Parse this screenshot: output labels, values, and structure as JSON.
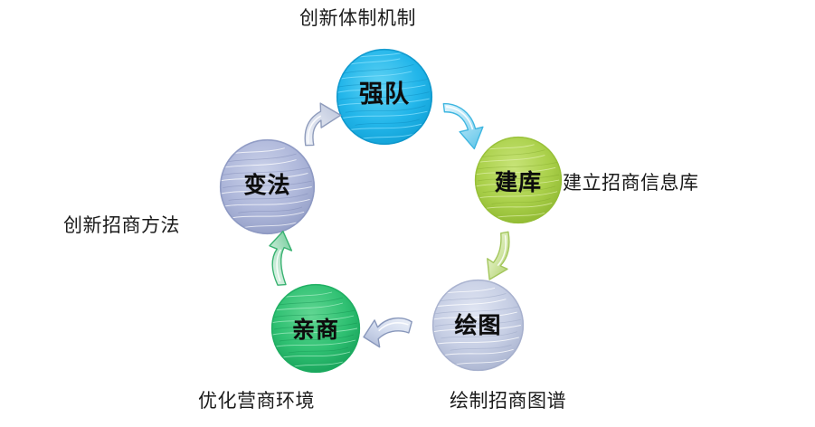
{
  "diagram": {
    "type": "cycle",
    "title_caption": "创新体制机制",
    "nodes": [
      {
        "id": "qiangdui",
        "label": "强队",
        "caption": "创新体制机制",
        "caption_position": "top",
        "color": "#1bb3e8",
        "color_light": "#61d3f4",
        "color_dark": "#0f8fc4"
      },
      {
        "id": "jianku",
        "label": "建库",
        "caption": "建立招商信息库",
        "caption_position": "right",
        "color": "#a8cf45",
        "color_light": "#c6e173",
        "color_dark": "#87ad2c"
      },
      {
        "id": "huitu",
        "label": "绘图",
        "caption": "绘制招商图谱",
        "caption_position": "bottom-right",
        "color": "#c3cbe3",
        "color_light": "#dde2f0",
        "color_dark": "#a2abc9"
      },
      {
        "id": "qinshang",
        "label": "亲商",
        "caption": "优化营商环境",
        "caption_position": "bottom-left",
        "color": "#2fbd6e",
        "color_light": "#63d695",
        "color_dark": "#1d9a55"
      },
      {
        "id": "bianfa",
        "label": "变法",
        "caption": "创新招商方法",
        "caption_position": "left",
        "color": "#aab3d6",
        "color_light": "#cbd1e8",
        "color_dark": "#8d97c0"
      }
    ],
    "arrows": [
      {
        "id": "bianfa-qiangdui",
        "from": "变法",
        "to": "强队",
        "direction": "up-right",
        "color": "#c5cfe2",
        "color_edge": "#8e9bbb"
      },
      {
        "id": "qiangdui-jianku",
        "from": "强队",
        "to": "建库",
        "direction": "down-right",
        "color": "#9fdcf3",
        "color_edge": "#3fb6e0"
      },
      {
        "id": "jianku-huitu",
        "from": "建库",
        "to": "绘图",
        "direction": "down",
        "color": "#cfe2a4",
        "color_edge": "#a3c65c"
      },
      {
        "id": "huitu-qinshang",
        "from": "绘图",
        "to": "亲商",
        "direction": "left",
        "color": "#ccd6ea",
        "color_edge": "#8897bb"
      },
      {
        "id": "qinshang-bianfa",
        "from": "亲商",
        "to": "变法",
        "direction": "up",
        "color": "#9edcb8",
        "color_edge": "#39b271"
      }
    ],
    "captions": {
      "top": "创新体制机制",
      "right": "建立招商信息库",
      "left": "创新招商方法",
      "bottom_left": "优化营商环境",
      "bottom_right": "绘制招商图谱"
    },
    "background_color": "#ffffff",
    "text_color": "#1b1b1b"
  }
}
